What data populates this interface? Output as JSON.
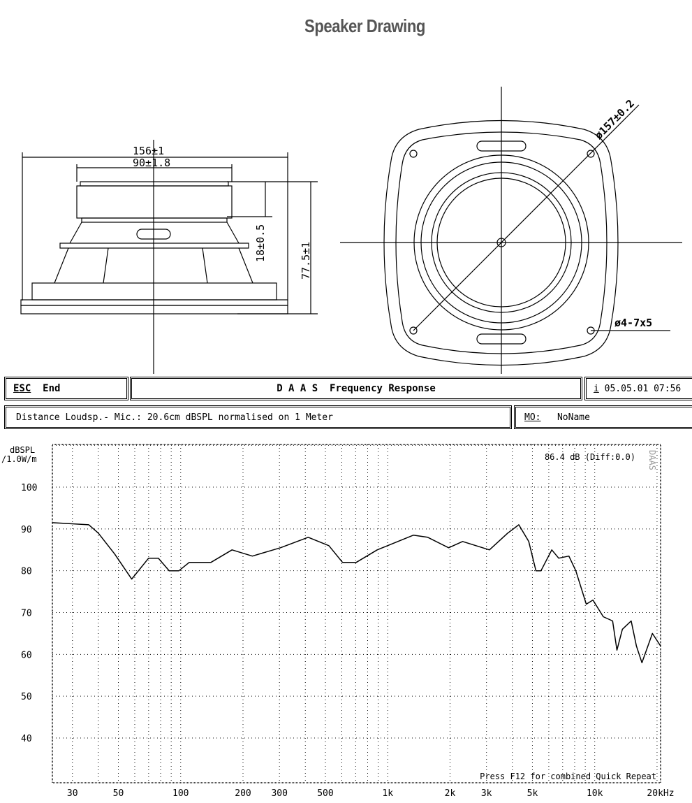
{
  "title": "Speaker Drawing",
  "drawing": {
    "dim_outer": "156±1",
    "dim_inner": "90±1.8",
    "dim_height_small": "18±0.5",
    "dim_height": "77.5±1",
    "dim_diameter": "ø157±0.2",
    "dim_holes": "ø4-7x5"
  },
  "header": {
    "esc": "ESC",
    "end": "End",
    "app_title": "D A A S  Frequency Response",
    "info": "i",
    "datetime": "05.05.01 07:56",
    "distance": "Distance Loudsp.- Mic.: 20.6cm dBSPL normalised on 1 Meter",
    "mo_label": "MO:",
    "mo_value": "NoName"
  },
  "chart_data": {
    "type": "line",
    "title": "Frequency Response",
    "ylabel": "dBSPL /1.0W/m",
    "xlabel": "Hz",
    "xscale": "log",
    "xlim": [
      24,
      20800
    ],
    "ylim": [
      29.3,
      110.2
    ],
    "grid": true,
    "readout": "86.4 dB (Diff:0.0)",
    "note": "Press F12 for combined Quick Repeat",
    "side_label": "DAAS",
    "yticks": [
      {
        "v": 100,
        "label": "100"
      },
      {
        "v": 90,
        "label": "90"
      },
      {
        "v": 80,
        "label": "80"
      },
      {
        "v": 70,
        "label": "70"
      },
      {
        "v": 60,
        "label": "60"
      },
      {
        "v": 50,
        "label": "50"
      },
      {
        "v": 40,
        "label": "40"
      }
    ],
    "xticks": [
      {
        "v": 30,
        "label": "30"
      },
      {
        "v": 50,
        "label": "50"
      },
      {
        "v": 100,
        "label": "100"
      },
      {
        "v": 200,
        "label": "200"
      },
      {
        "v": 300,
        "label": "300"
      },
      {
        "v": 500,
        "label": "500"
      },
      {
        "v": 1000,
        "label": "1k"
      },
      {
        "v": 2000,
        "label": "2k"
      },
      {
        "v": 3000,
        "label": "3k"
      },
      {
        "v": 5000,
        "label": "5k"
      },
      {
        "v": 10000,
        "label": "10k"
      },
      {
        "v": 20000,
        "label": "20kHz"
      }
    ],
    "series": [
      {
        "name": "response",
        "x": [
          24,
          36,
          40,
          48,
          58,
          70,
          78,
          88,
          98,
          110,
          140,
          177,
          222,
          303,
          413,
          520,
          605,
          705,
          890,
          1330,
          1560,
          1970,
          2300,
          3100,
          3800,
          4300,
          4800,
          5200,
          5500,
          6200,
          6700,
          7500,
          8100,
          9100,
          9800,
          11000,
          12200,
          12800,
          13600,
          15000,
          15900,
          16900,
          19000,
          20800
        ],
        "y": [
          91.5,
          91,
          89,
          84,
          78,
          83,
          83,
          80,
          80,
          82,
          82,
          85,
          83.5,
          85.5,
          88,
          86,
          82,
          82,
          85,
          88.5,
          88,
          85.5,
          87,
          85,
          89,
          91,
          87,
          80,
          80,
          85,
          83,
          83.5,
          80,
          72,
          73,
          69,
          68,
          61,
          66,
          68,
          62,
          58,
          65,
          62
        ]
      }
    ]
  }
}
